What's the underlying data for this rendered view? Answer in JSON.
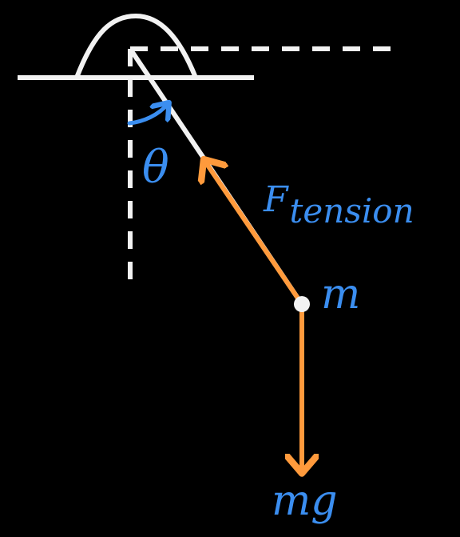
{
  "labels": {
    "theta": "θ",
    "tension_base": "F",
    "tension_sub": "tension",
    "mass": "m",
    "weight": "mg"
  },
  "colors": {
    "background": "#000000",
    "structure": "#f2f2f2",
    "force": "#ff9a3c",
    "label": "#3b8ef0"
  }
}
